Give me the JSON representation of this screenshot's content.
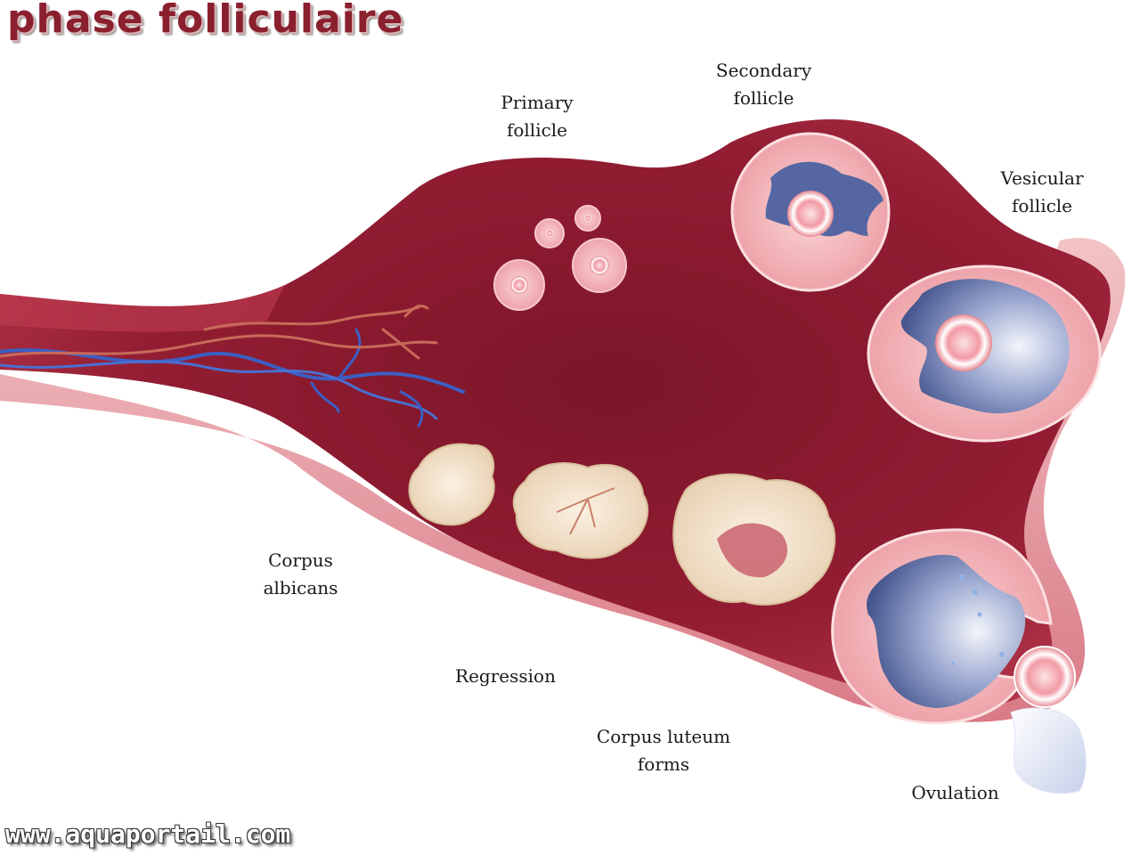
{
  "title": "phase folliculaire",
  "watermark": "www.aquaportail.com",
  "labels": {
    "primary_follicle": [
      "Primary",
      "follicle"
    ],
    "secondary_follicle": [
      "Secondary",
      "follicle"
    ],
    "vesicular_follicle": [
      "Vesicular",
      "follicle"
    ],
    "corpus_albicans": [
      "Corpus",
      "albicans"
    ],
    "regression": "Regression",
    "corpus_luteum": [
      "Corpus luteum",
      "forms"
    ],
    "ovulation": "Ovulation"
  },
  "colors": {
    "title": "#8a1f2e",
    "ovary_dark": "#8e1b30",
    "ovary_light": "#c94a5c",
    "rim": "#e8a3a8",
    "follicle_fill": "#f3b3b6",
    "antrum": "#4a5c9a",
    "corpus": "#f3e2c8",
    "vein": "#3b5fc4",
    "artery": "#c86a5a"
  }
}
